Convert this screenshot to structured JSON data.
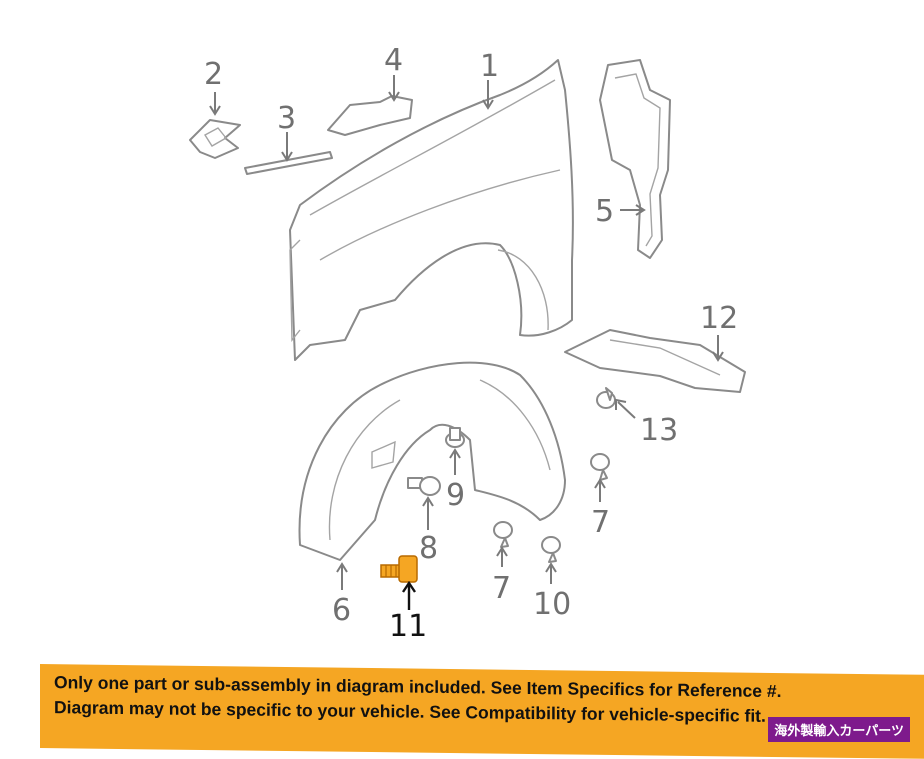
{
  "callouts": {
    "c1": "1",
    "c2": "2",
    "c3": "3",
    "c4": "4",
    "c5": "5",
    "c6": "6",
    "c7a": "7",
    "c7b": "7",
    "c8": "8",
    "c9": "9",
    "c10": "10",
    "c11": "11",
    "c12": "12",
    "c13": "13"
  },
  "banner": {
    "line1": "Only one part or sub-assembly in diagram included. See Item Specifics for Reference #.",
    "line2": "Diagram may not be specific to your vehicle. See Compatibility for vehicle-specific fit."
  },
  "badge": "海外製輸入カーパーツ",
  "colors": {
    "highlight_part": "#f5a623",
    "banner_background": "#f5a623",
    "badge_background": "#7e1a8c",
    "line_art": "#8a8a8a"
  }
}
